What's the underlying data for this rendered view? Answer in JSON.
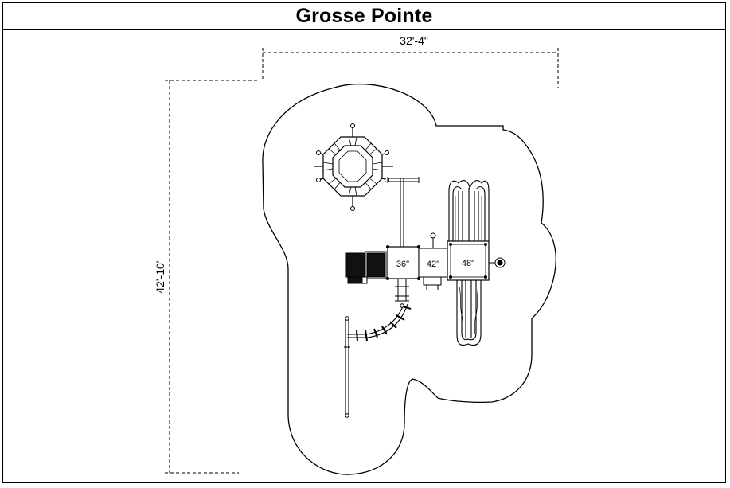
{
  "title": "Grosse Pointe",
  "dimensions": {
    "width": "32'-4\"",
    "length": "42'-10\""
  },
  "decks": [
    {
      "label": "36\""
    },
    {
      "label": "42\""
    },
    {
      "label": "48\""
    }
  ],
  "colors": {
    "line": "#000000",
    "background": "#ffffff"
  }
}
